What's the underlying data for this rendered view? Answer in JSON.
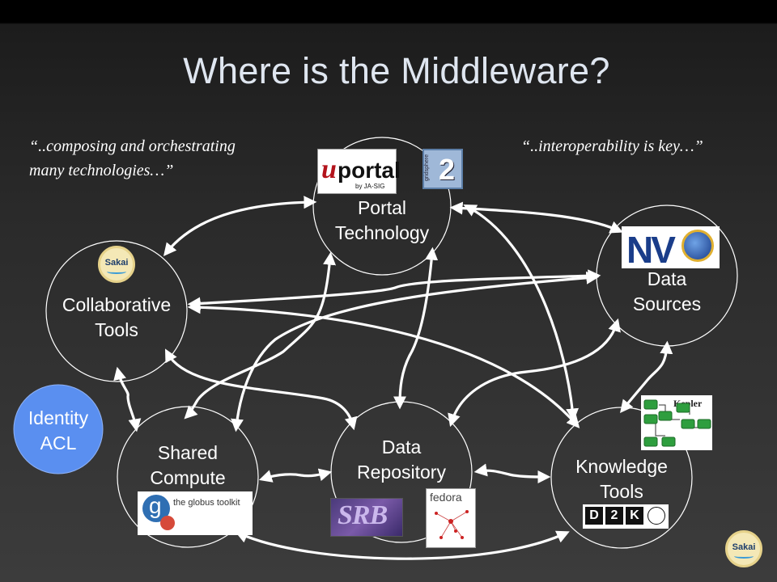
{
  "title": "Where is the Middleware?",
  "quotes": {
    "left": "“..composing and orchestrating\nmany technologies…”",
    "right": "“..interoperability is key…”"
  },
  "nodes": {
    "portal": "Portal\nTechnology",
    "collab": "Collaborative\nTools",
    "data_sources": "Data\nSources",
    "identity": "Identity\nACL",
    "shared_compute": "Shared\nCompute",
    "data_repository": "Data\nRepository",
    "knowledge_tools": "Knowledge\nTools"
  },
  "logos": {
    "uportal_u": "u",
    "uportal_word": "portal",
    "uportal_by": "by JA-SIG",
    "gridsphere": "2",
    "gridsphere_word": "gridsphere",
    "sakai": "Sakai",
    "nvo": "NV",
    "kepler": "Kepler",
    "globus": "the globus toolkit",
    "globus_g": "g",
    "srb": "SRB",
    "fedora": "fedora",
    "d2k": [
      "D",
      "2",
      "K"
    ],
    "sakai_corner": "Sakai"
  },
  "colors": {
    "identity_fill": "#5a8ff0",
    "arrow": "#ffffff",
    "title": "#dfe6f0"
  }
}
